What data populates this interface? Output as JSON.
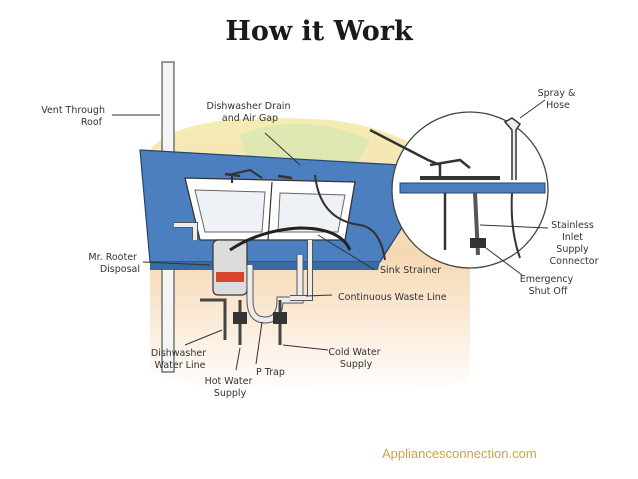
{
  "title": "How it Work",
  "source": "Appliancesconnection.com",
  "labels": {
    "vent": [
      "Vent Through",
      "Roof"
    ],
    "dishwasher_drain": [
      "Dishwasher Drain",
      "and Air Gap"
    ],
    "spray_hose": [
      "Spray &",
      "Hose"
    ],
    "stainless_inlet": [
      "Stainless",
      "Inlet",
      "Supply",
      "Connector"
    ],
    "mr_rooter": [
      "Mr. Rooter",
      "Disposal"
    ],
    "sink_strainer": [
      "Sink Strainer"
    ],
    "continuous_waste": [
      "Continuous Waste Line"
    ],
    "emergency_shutoff": [
      "Emergency",
      "Shut Off"
    ],
    "dishwasher_water": [
      "Dishwasher",
      "Water Line"
    ],
    "cold_water": [
      "Cold Water",
      "Supply"
    ],
    "p_trap": [
      "P Trap"
    ],
    "hot_water": [
      "Hot Water",
      "Supply"
    ]
  }
}
